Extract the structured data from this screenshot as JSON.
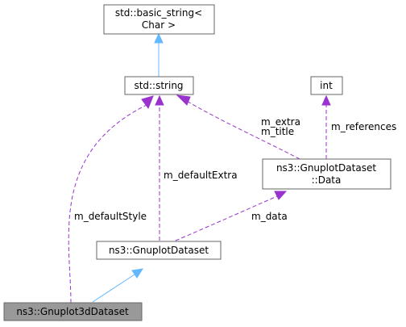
{
  "colors": {
    "inherit": "#63b8ff",
    "member": "#9a32cd",
    "node_border": "#666666",
    "highlight_fill": "#999999"
  },
  "nodes": {
    "basic_string": {
      "line1": "std::basic_string<",
      "line2": "Char >"
    },
    "std_string": {
      "label": "std::string"
    },
    "int": {
      "label": "int"
    },
    "gnuplot_dataset_data": {
      "line1": "ns3::GnuplotDataset",
      "line2": "::Data"
    },
    "gnuplot_dataset": {
      "label": "ns3::GnuplotDataset"
    },
    "gnuplot3d_dataset": {
      "label": "ns3::Gnuplot3dDataset"
    }
  },
  "edges": {
    "m_extra": "m_extra",
    "m_title": "m_title",
    "m_references": "m_references",
    "m_defaultExtra": "m_defaultExtra",
    "m_defaultStyle": "m_defaultStyle",
    "m_data": "m_data"
  }
}
